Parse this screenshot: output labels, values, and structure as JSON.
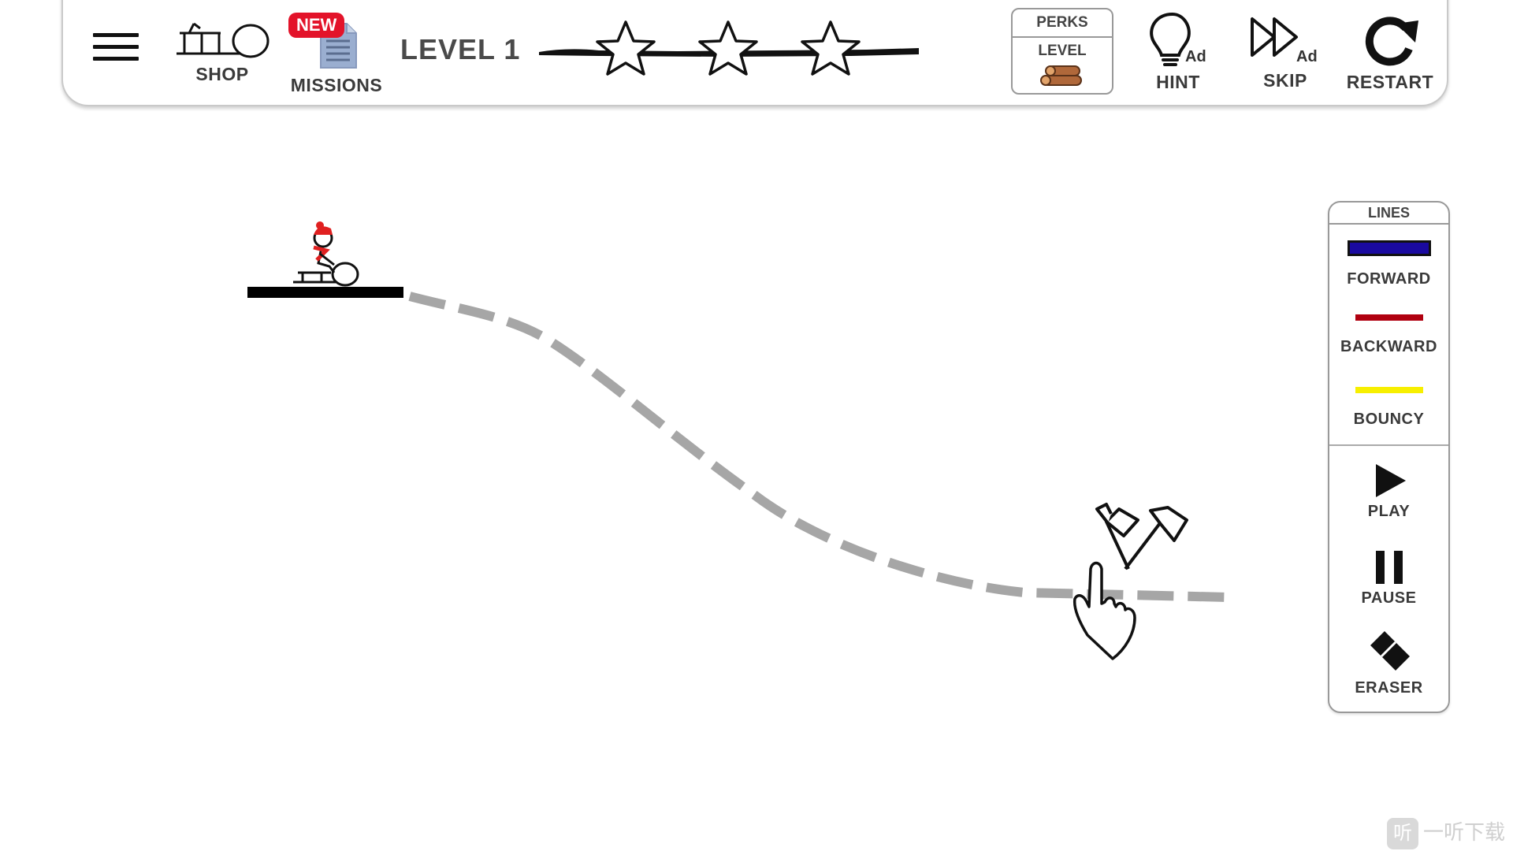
{
  "topbar": {
    "menu_icon": "hamburger-icon",
    "shop_label": "SHOP",
    "missions_label": "MISSIONS",
    "missions_badge": "NEW",
    "level_title": "LEVEL 1",
    "stars_total": 3,
    "stars_earned": 0,
    "perks_title": "PERKS",
    "perks_subtitle": "LEVEL",
    "hint_label": "HINT",
    "hint_ad": "Ad",
    "skip_label": "SKIP",
    "skip_ad": "Ad",
    "restart_label": "RESTART"
  },
  "lines_panel": {
    "title": "LINES",
    "tools": [
      {
        "label": "FORWARD",
        "color": "#1a0aa0",
        "border": "#111111"
      },
      {
        "label": "BACKWARD",
        "color": "#b00010"
      },
      {
        "label": "BOUNCY",
        "color": "#f7ef00"
      }
    ],
    "play_label": "PLAY",
    "pause_label": "PAUSE",
    "eraser_label": "ERASER"
  },
  "colors": {
    "badge": "#e3132a",
    "track_hint": "#a6a6a6",
    "platform": "#000000",
    "hat": "#e02020"
  },
  "watermark": {
    "icon_text": "听",
    "text": "一听下载"
  }
}
